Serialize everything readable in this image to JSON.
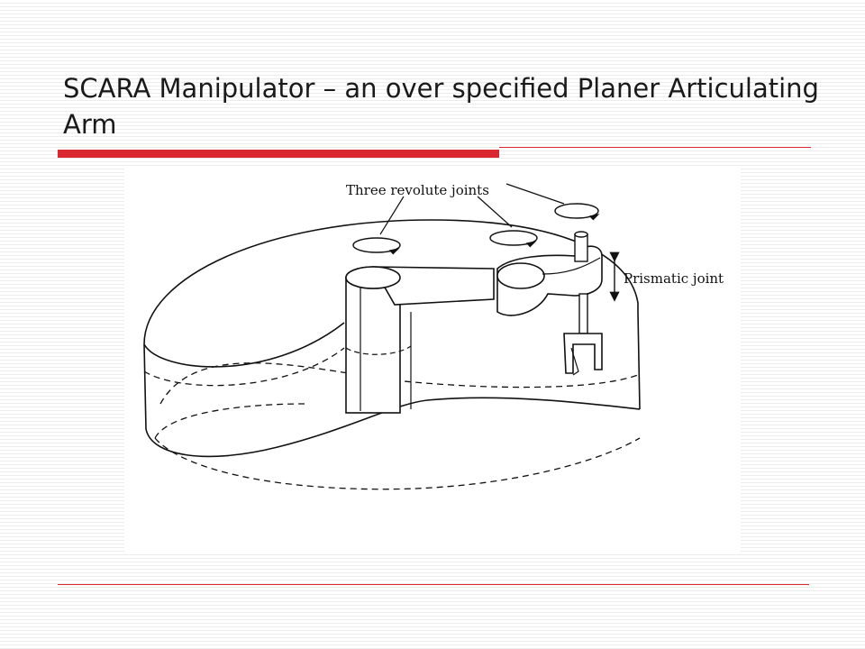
{
  "slide": {
    "title": "SCARA Manipulator – an over specified Planer Articulating Arm"
  },
  "figure": {
    "label_revolute": "Three revolute joints",
    "label_prismatic": "Prismatic joint"
  },
  "colors": {
    "accent": "#d9282f",
    "ink": "#111111"
  }
}
